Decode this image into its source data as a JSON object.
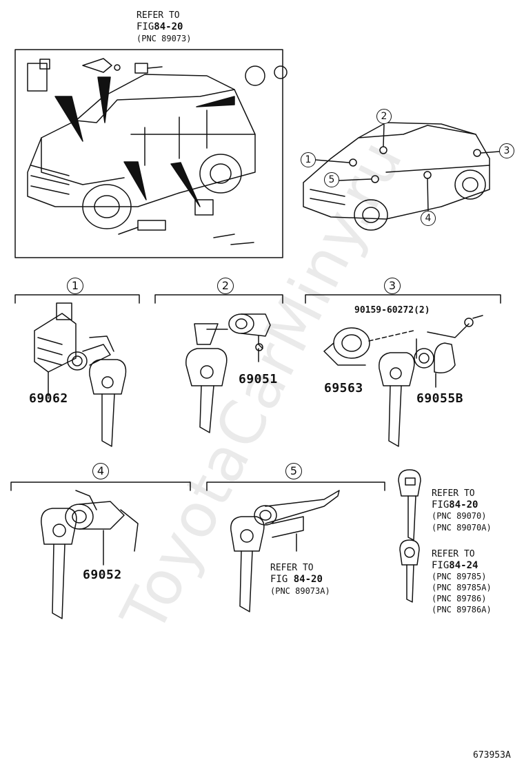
{
  "watermark": "ToyotaCarMiny.ru",
  "top_ref": {
    "refer": "REFER TO",
    "fig_prefix": "FIG",
    "fig": "84-20",
    "pnc": "(PNC 89073)"
  },
  "index_circles": [
    "1",
    "2",
    "3",
    "4",
    "5"
  ],
  "sections": [
    {
      "number": "1",
      "parts": [
        "69062"
      ]
    },
    {
      "number": "2",
      "parts": [
        "69051"
      ]
    },
    {
      "number": "3",
      "hardware": "90159-60272(2)",
      "parts": [
        "69563",
        "69055B"
      ]
    },
    {
      "number": "4",
      "parts": [
        "69052"
      ]
    },
    {
      "number": "5",
      "ref": {
        "refer": "REFER TO",
        "fig_prefix": "FIG",
        "fig": "84-20",
        "pnc": "(PNC 89073A)"
      }
    }
  ],
  "side_refs": [
    {
      "refer": "REFER TO",
      "fig_prefix": "FIG",
      "fig": "84-20",
      "pnc": [
        "(PNC 89070)",
        "(PNC 89070A)"
      ]
    },
    {
      "refer": "REFER TO",
      "fig_prefix": "FIG",
      "fig": "84-24",
      "pnc": [
        "(PNC 89785)",
        "(PNC 89785A)",
        "(PNC 89786)",
        "(PNC 89786A)"
      ]
    }
  ],
  "diagram_code": "673953A"
}
